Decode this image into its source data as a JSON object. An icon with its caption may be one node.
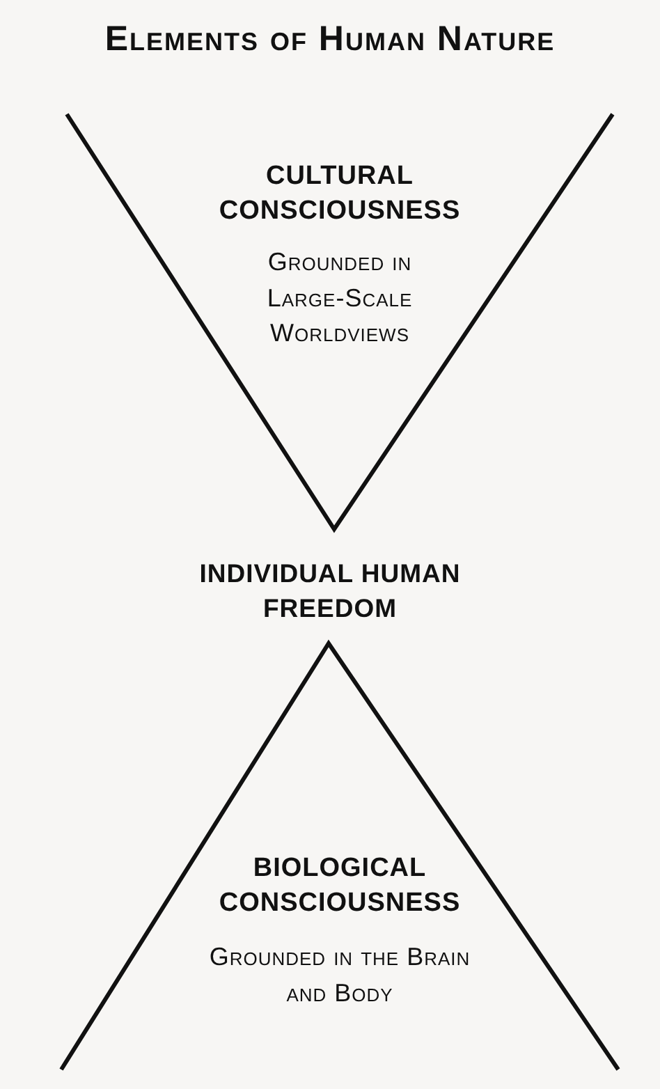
{
  "diagram": {
    "title": "Elements of Human Nature",
    "nodes": [
      {
        "text": [
          "CULTURAL CONSCIOUSNESS",
          "Grounded in Large-Scale Worldviews"
        ]
      },
      {
        "text": [
          "INDIVIDUAL HUMAN FREEDOM"
        ]
      },
      {
        "text": [
          "BIOLOGICAL CONSCIOUSNESS",
          "Grounded in the Brain and Body"
        ]
      }
    ]
  }
}
